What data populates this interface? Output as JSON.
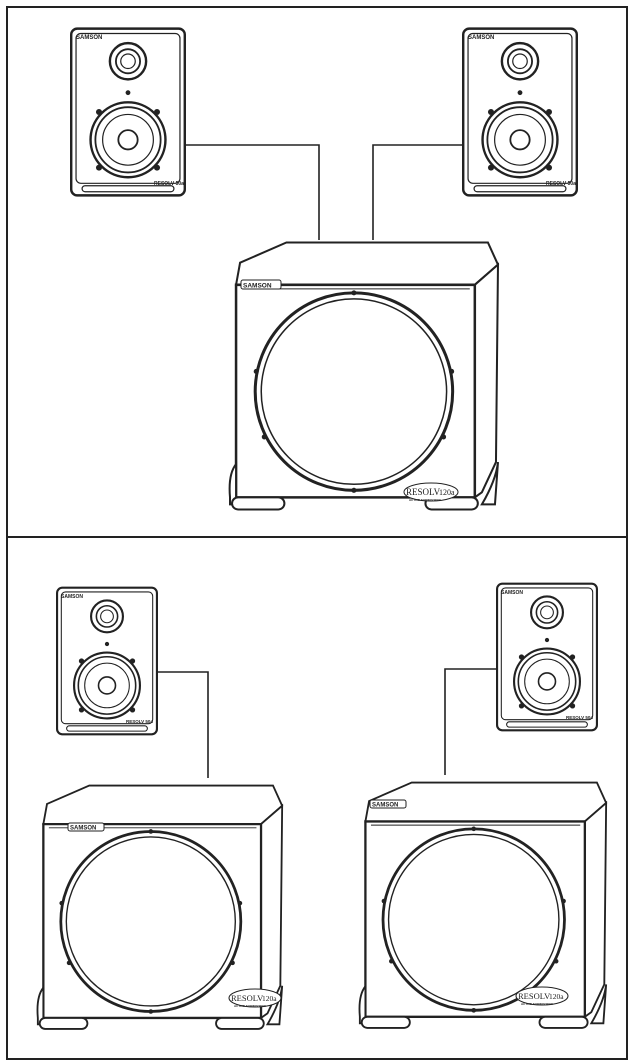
{
  "brand": {
    "name": "SAMSON"
  },
  "monitor": {
    "badge": "RESOLV 50a"
  },
  "subwoofer": {
    "model": "RESOLV",
    "model_number": "120a",
    "tagline": "ACTIVE SUBWOOFER"
  },
  "colors": {
    "stroke": "#222222",
    "background": "#ffffff"
  },
  "icons": [
    "monitor-speaker-icon",
    "subwoofer-icon",
    "cable-line"
  ]
}
